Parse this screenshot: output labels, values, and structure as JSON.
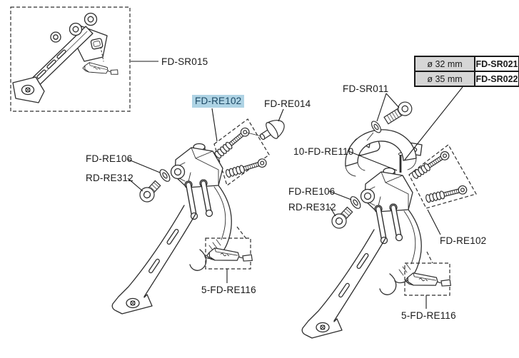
{
  "page": {
    "background": "#ffffff"
  },
  "colors": {
    "line": "#2e2e2e",
    "text": "#1a1a1a",
    "highlight_bg": "#aed3e4",
    "highlight_text": "#1c4864",
    "table_size_bg": "#d6d6d6"
  },
  "labels": {
    "fd_sr015": "FD-SR015",
    "fd_re102_selected": "FD-RE102",
    "fd_re014": "FD-RE014",
    "fd_sr011": "FD-SR011",
    "ten_fd_re110": "10-FD-RE110",
    "fd_re106_left": "FD-RE106",
    "rd_re312_left": "RD-RE312",
    "fd_re106_right": "FD-RE106",
    "rd_re312_right": "RD-RE312",
    "fd_re102_right": "FD-RE102",
    "five_fd_re116_left": "5-FD-RE116",
    "five_fd_re116_right": "5-FD-RE116"
  },
  "size_table": {
    "rows": [
      {
        "size": "ø 32 mm",
        "part": "FD-SR021"
      },
      {
        "size": "ø 35 mm",
        "part": "FD-SR022"
      }
    ]
  }
}
